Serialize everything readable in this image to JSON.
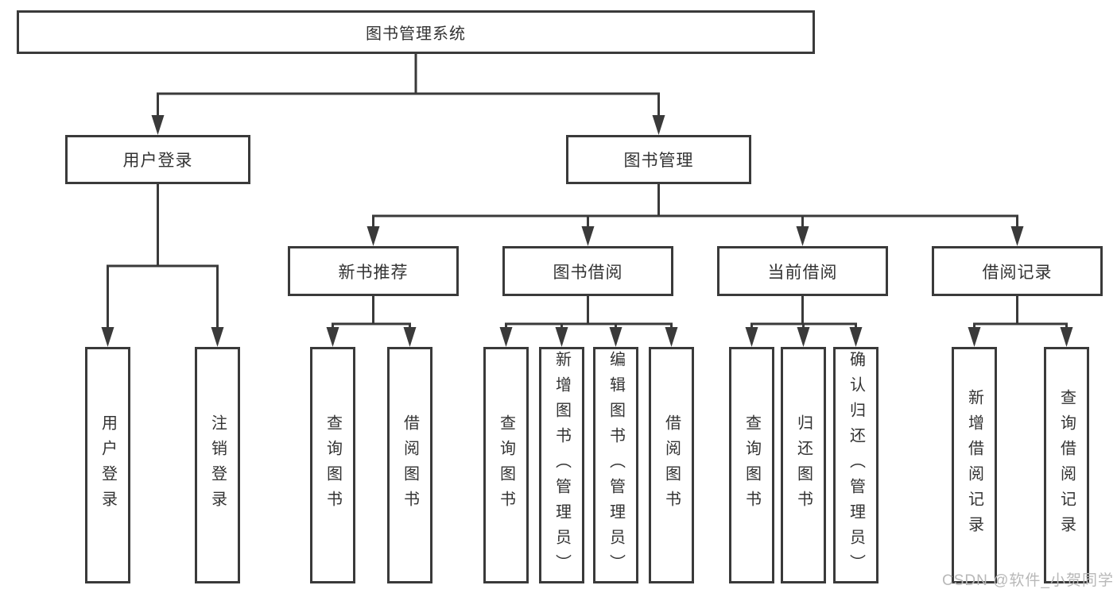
{
  "title": {
    "label": "图书管理系统"
  },
  "user_login": {
    "label": "用户登录",
    "children": [
      {
        "label": "用户登录"
      },
      {
        "label": "注销登录"
      }
    ]
  },
  "book_mgmt": {
    "label": "图书管理",
    "children": [
      {
        "label": "新书推荐",
        "children": [
          {
            "label": "查询图书"
          },
          {
            "label": "借阅图书"
          }
        ]
      },
      {
        "label": "图书借阅",
        "children": [
          {
            "label": "查询图书"
          },
          {
            "label": "新增图书（管理员）"
          },
          {
            "label": "编辑图书（管理员）"
          },
          {
            "label": "借阅图书"
          }
        ]
      },
      {
        "label": "当前借阅",
        "children": [
          {
            "label": "查询图书"
          },
          {
            "label": "归还图书"
          },
          {
            "label": "确认归还（管理员）"
          }
        ]
      },
      {
        "label": "借阅记录",
        "children": [
          {
            "label": "新增借阅记录"
          },
          {
            "label": "查询借阅记录"
          }
        ]
      }
    ]
  },
  "watermark": {
    "text": "CSDN @软件_小贺同学"
  },
  "colors": {
    "line": "#3a3a3a",
    "text": "#333333",
    "watermark": "#b8b8b8",
    "background": "#ffffff"
  }
}
